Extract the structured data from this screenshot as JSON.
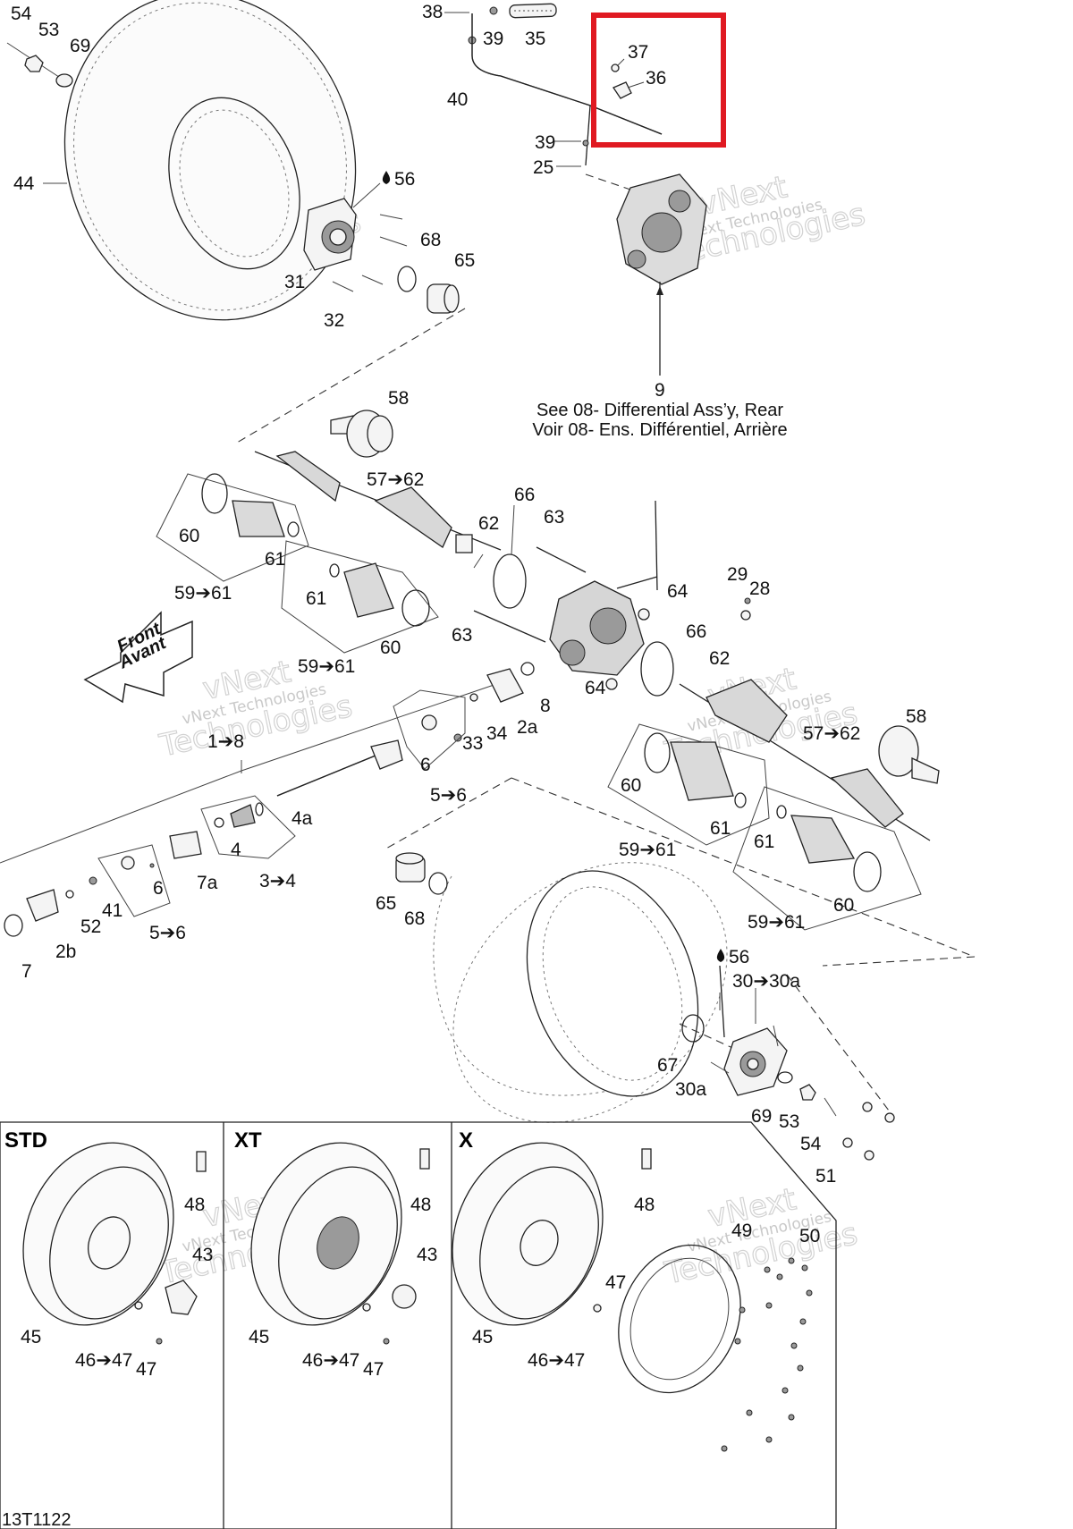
{
  "callouts": {
    "c54_top": "54",
    "c53_top": "53",
    "c69_top": "69",
    "c44": "44",
    "c38": "38",
    "c39_a": "39",
    "c35": "35",
    "c40": "40",
    "c37": "37",
    "c36": "36",
    "c39_b": "39",
    "c25": "25",
    "c56_top": "56",
    "c68_top": "68",
    "c65_top": "65",
    "c31": "31",
    "c32": "32",
    "c9": "9",
    "c58_left": "58",
    "c57_62_left": "57➔62",
    "c66_top": "66",
    "c62_left": "62",
    "c63_top": "63",
    "c60_l1": "60",
    "c61_l1": "61",
    "c59_61_l1": "59➔61",
    "c61_l2": "61",
    "c60_l2": "60",
    "c59_61_l2": "59➔61",
    "c63_mid": "63",
    "c64_top": "64",
    "c29": "29",
    "c28": "28",
    "c66_right": "66",
    "c62_right": "62",
    "c64_bot": "64",
    "c8": "8",
    "c2a": "2a",
    "c34": "34",
    "c33": "33",
    "c6_upper": "6",
    "c5_6_upper": "5➔6",
    "c1_8": "1➔8",
    "c4a": "4a",
    "c4": "4",
    "c3_4": "3➔4",
    "c7a": "7a",
    "c6_lower": "6",
    "c5_6_lower": "5➔6",
    "c41": "41",
    "c52": "52",
    "c2b": "2b",
    "c7": "7",
    "c58_right": "58",
    "c57_62_right": "57➔62",
    "c60_r1": "60",
    "c61_r1": "61",
    "c59_61_r1": "59➔61",
    "c61_r2": "61",
    "c60_r2": "60",
    "c59_61_r2": "59➔61",
    "c65_bot": "65",
    "c68_bot": "68",
    "c56_bot": "56",
    "c30_30a": "30➔30a",
    "c67": "67",
    "c30a": "30a",
    "c69_bot": "69",
    "c53_bot": "53",
    "c54_bot": "54",
    "c51": "51",
    "std_48": "48",
    "std_43": "43",
    "std_45": "45",
    "std_46_47": "46➔47",
    "std_47": "47",
    "xt_48": "48",
    "xt_43": "43",
    "xt_45": "45",
    "xt_46_47": "46➔47",
    "xt_47": "47",
    "x_48": "48",
    "x_49": "49",
    "x_50": "50",
    "x_47": "47",
    "x_45": "45",
    "x_46_47": "46➔47"
  },
  "reference_note": {
    "line_en": "See 08- Differential Ass’y, Rear",
    "line_fr": "Voir 08- Ens. Différentiel, Arrière"
  },
  "direction_arrow": {
    "line1": "Front",
    "line2": "Avant"
  },
  "variants": {
    "std": "STD",
    "xt": "XT",
    "x": "X"
  },
  "watermark": {
    "line1": "vNext Technologies",
    "big": "vNext",
    "big2": "Technologies"
  },
  "figure_code": "13T1122",
  "highlight": {
    "color": "#e01a22",
    "parts": [
      "37",
      "36"
    ]
  },
  "colors": {
    "ink": "#111111",
    "highlight": "#e01a22",
    "watermark": "#c9c9c9"
  }
}
